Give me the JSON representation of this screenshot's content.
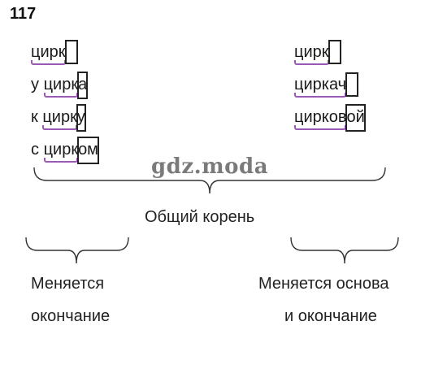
{
  "exercise_number": "117",
  "left_forms": [
    {
      "prefix": "",
      "root": "цирк",
      "ending": ""
    },
    {
      "prefix": "у ",
      "root": "цирк",
      "ending": "а"
    },
    {
      "prefix": "к ",
      "root": "цирк",
      "ending": "у"
    },
    {
      "prefix": "с ",
      "root": "цирк",
      "ending": "ом"
    }
  ],
  "right_forms": [
    {
      "root": "цирк",
      "ending": ""
    },
    {
      "root": "циркач",
      "ending": ""
    },
    {
      "root": "цирков",
      "ending": "ой"
    }
  ],
  "watermark": "gdz.moda",
  "common_root_label": "Общий корень",
  "left_caption": [
    "Меняется",
    "окончание"
  ],
  "right_caption": [
    "Меняется основа",
    "и окончание"
  ],
  "colors": {
    "root_underline": "#9b59b6",
    "ending_box": "#222222"
  }
}
